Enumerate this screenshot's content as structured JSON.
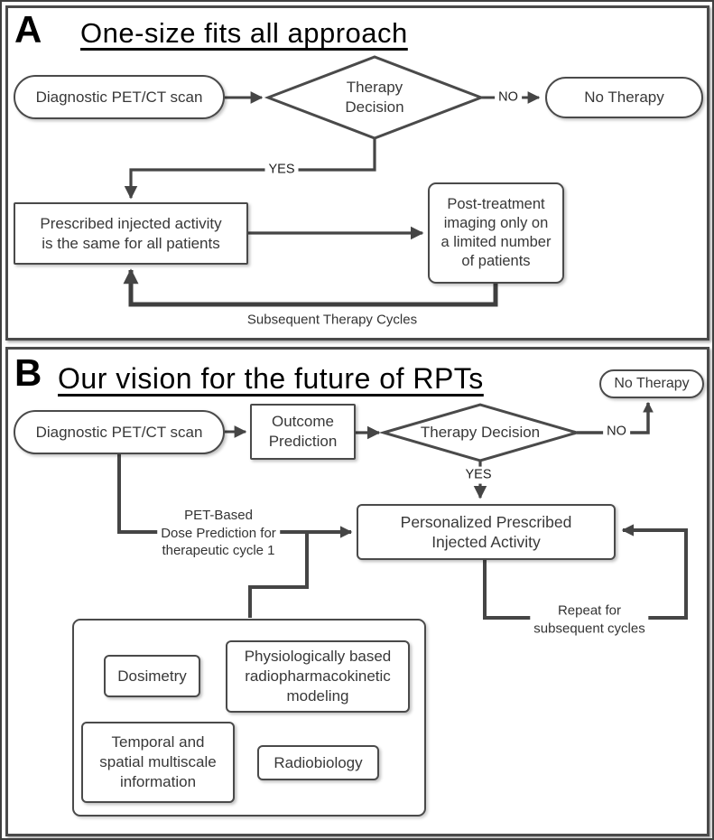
{
  "colors": {
    "line": "#454545",
    "panel_border": "#4a4a4a",
    "node_text": "#383838",
    "title_text": "#000000"
  },
  "panel_a": {
    "label": "A",
    "title": "One-size fits all approach",
    "nodes": {
      "diagnostic_scan": "Diagnostic PET/CT scan",
      "therapy_decision": "Therapy\nDecision",
      "no_therapy": "No Therapy",
      "prescribed_activity": "Prescribed injected activity\nis the same for all patients",
      "post_treatment": "Post-treatment\nimaging only on\na limited number\nof patients"
    },
    "edge_labels": {
      "no": "NO",
      "yes": "YES",
      "subsequent_cycles": "Subsequent Therapy Cycles"
    }
  },
  "panel_b": {
    "label": "B",
    "title": "Our vision for the future of RPTs",
    "nodes": {
      "diagnostic_scan": "Diagnostic PET/CT scan",
      "outcome_prediction": "Outcome\nPrediction",
      "therapy_decision": "Therapy Decision",
      "no_therapy": "No Therapy",
      "personalized_activity": "Personalized Prescribed\nInjected Activity",
      "dosimetry": "Dosimetry",
      "physio_modeling": "Physiologically based\nradiopharmacokinetic\nmodeling",
      "temporal_info": "Temporal and\nspatial multiscale\ninformation",
      "radiobiology": "Radiobiology"
    },
    "edge_labels": {
      "no": "NO",
      "yes": "YES",
      "pet_dose": "PET-Based\nDose Prediction for\ntherapeutic cycle 1",
      "repeat": "Repeat for\nsubsequent cycles"
    }
  }
}
